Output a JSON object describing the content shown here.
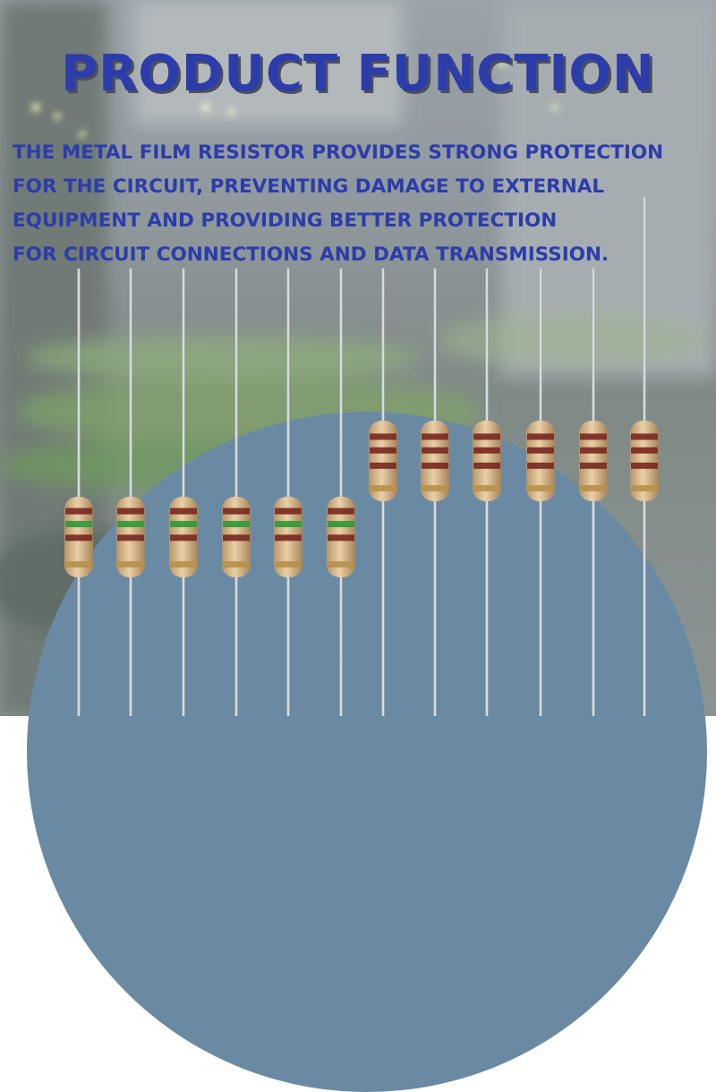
{
  "heading": {
    "title": "PRODUCT FUNCTION"
  },
  "description": {
    "lines": [
      "THE METAL FILM RESISTOR PROVIDES STRONG PROTECTION",
      "FOR THE CIRCUIT, PREVENTING DAMAGE TO EXTERNAL",
      "EQUIPMENT AND PROVIDING BETTER PROTECTION",
      "FOR CIRCUIT CONNECTIONS AND DATA TRANSMISSION."
    ]
  },
  "colors": {
    "title": "#2c3cab",
    "title_shadow": "#4a4f5a",
    "arch": "#6a8aa3",
    "resistor_body": "#d9b98f",
    "band_brown": "#7a2a22",
    "band_green": "#2f9a3a",
    "band_gold": "#b8914a"
  }
}
